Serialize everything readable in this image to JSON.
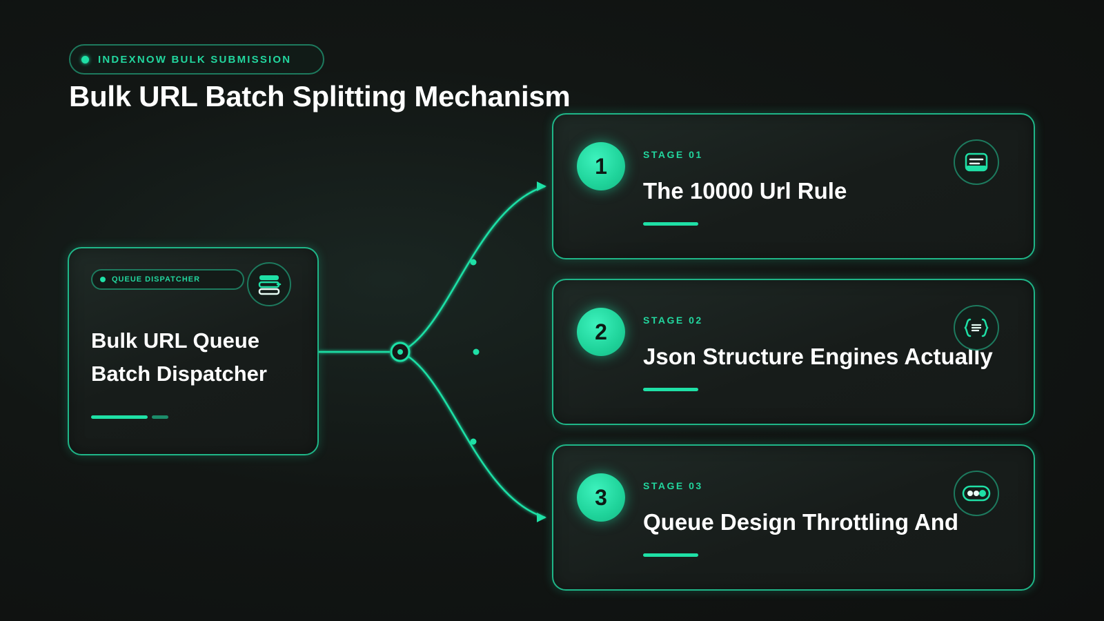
{
  "badge": {
    "text": "INDEXNOW BULK SUBMISSION"
  },
  "title": "Bulk URL Batch Splitting Mechanism",
  "source": {
    "chip": "QUEUE DISPATCHER",
    "heading": "Bulk URL Queue Batch Dispatcher",
    "icon": "stacked-layers-icon"
  },
  "stages": [
    {
      "number": "1",
      "label": "STAGE 01",
      "title": "The 10000 Url Rule",
      "icon": "list-card-icon"
    },
    {
      "number": "2",
      "label": "STAGE 02",
      "title": "Json Structure Engines Actually",
      "icon": "braces-icon"
    },
    {
      "number": "3",
      "label": "STAGE 03",
      "title": "Queue Design Throttling And",
      "icon": "toggle-dots-icon"
    }
  ],
  "colors": {
    "accent": "#1fe0a6",
    "accent_dim": "#1d7a5e",
    "background": "#121614",
    "text": "#ffffff"
  }
}
